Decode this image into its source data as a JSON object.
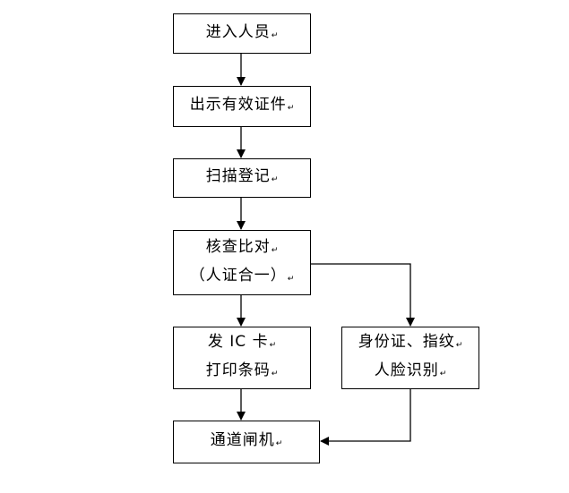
{
  "diagram": {
    "return_mark": "↵",
    "nodes": {
      "enter": {
        "lines": [
          "进入人员"
        ]
      },
      "show": {
        "lines": [
          "出示有效证件"
        ]
      },
      "scan": {
        "lines": [
          "扫描登记"
        ]
      },
      "verify": {
        "lines": [
          "核查比对",
          "（人证合一）"
        ]
      },
      "ic": {
        "lines": [
          "发 IC 卡",
          "打印条码"
        ]
      },
      "bio": {
        "lines": [
          "身份证、指纹",
          "人脸识别"
        ]
      },
      "gate": {
        "lines": [
          "通道闸机"
        ]
      }
    },
    "edges": [
      {
        "from": "enter",
        "to": "show"
      },
      {
        "from": "show",
        "to": "scan"
      },
      {
        "from": "scan",
        "to": "verify"
      },
      {
        "from": "verify",
        "to": "ic"
      },
      {
        "from": "verify",
        "to": "bio"
      },
      {
        "from": "ic",
        "to": "gate"
      },
      {
        "from": "bio",
        "to": "gate"
      }
    ]
  }
}
